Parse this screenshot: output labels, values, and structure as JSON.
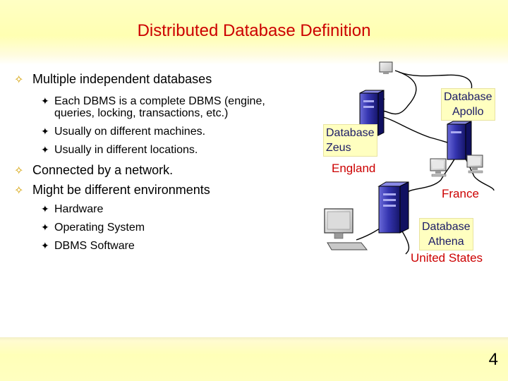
{
  "slide": {
    "title": "Distributed Database Definition",
    "page_number": "4"
  },
  "bullets": {
    "level1_marker": "✧",
    "level2_marker": "✦",
    "multiple": "Multiple independent databases",
    "multiple_sub": [
      "Each DBMS is a complete DBMS (engine,",
      "queries, locking, transactions, etc.)",
      "Usually on different machines.",
      "Usually in different locations."
    ],
    "connected": "Connected by a network.",
    "environments": "Might be different environments",
    "environments_sub": [
      "Hardware",
      "Operating System",
      "DBMS Software"
    ]
  },
  "diagram": {
    "apollo": [
      "Database",
      "Apollo"
    ],
    "zeus": [
      "Database",
      "Zeus"
    ],
    "athena": [
      "Database",
      "Athena"
    ],
    "england": "England",
    "france": "France",
    "united_states": "United States"
  },
  "colors": {
    "title": "#cc0000",
    "place_label": "#cc0000",
    "db_label_text": "#1a1a66",
    "db_label_bg": "#ffffc0",
    "bullet1": "#d4a000",
    "server_dark": "#20208a",
    "server_light": "#6a6ad8",
    "monitor": "#d0d0d0"
  }
}
